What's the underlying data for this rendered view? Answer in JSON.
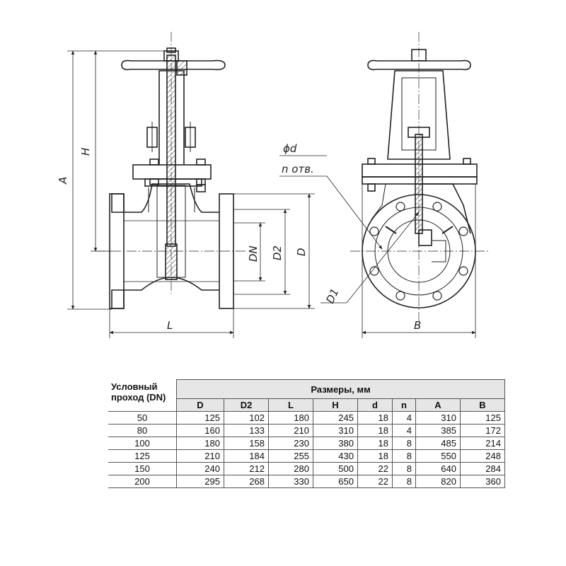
{
  "drawing": {
    "labels": {
      "A": "A",
      "H": "H",
      "L": "L",
      "DN": "DN",
      "D2": "D2",
      "D": "D",
      "d": "ϕd",
      "n": "n отв.",
      "D1": "D1",
      "B": "B"
    }
  },
  "table": {
    "row_header": "Условный проход (DN)",
    "group_header": "Размеры, мм",
    "columns": [
      "D",
      "D2",
      "L",
      "H",
      "d",
      "n",
      "A",
      "B"
    ],
    "rows": [
      {
        "dn": "50",
        "values": [
          "125",
          "102",
          "180",
          "245",
          "18",
          "4",
          "310",
          "125"
        ]
      },
      {
        "dn": "80",
        "values": [
          "160",
          "133",
          "210",
          "310",
          "18",
          "4",
          "385",
          "172"
        ]
      },
      {
        "dn": "100",
        "values": [
          "180",
          "158",
          "230",
          "380",
          "18",
          "8",
          "485",
          "214"
        ]
      },
      {
        "dn": "125",
        "values": [
          "210",
          "184",
          "255",
          "430",
          "18",
          "8",
          "550",
          "248"
        ]
      },
      {
        "dn": "150",
        "values": [
          "240",
          "212",
          "280",
          "500",
          "22",
          "8",
          "640",
          "284"
        ]
      },
      {
        "dn": "200",
        "values": [
          "295",
          "268",
          "330",
          "650",
          "22",
          "8",
          "820",
          "360"
        ]
      }
    ]
  }
}
